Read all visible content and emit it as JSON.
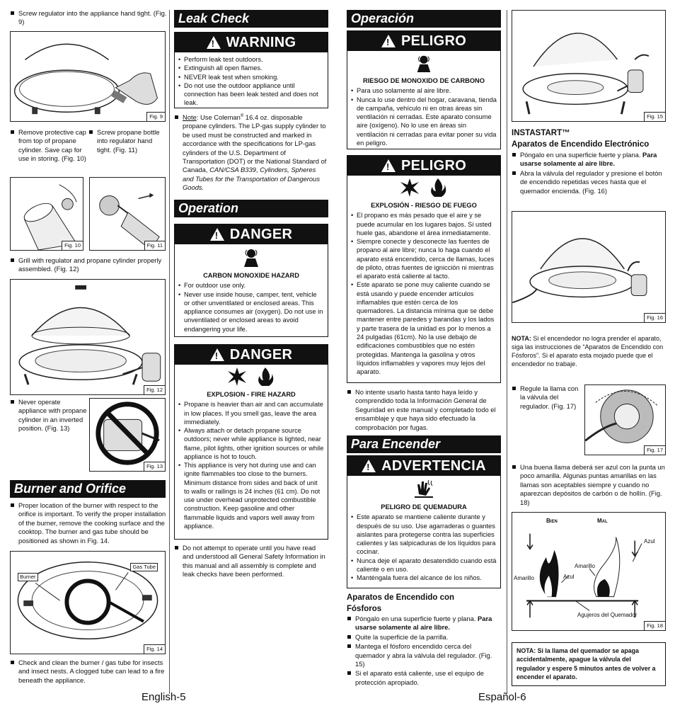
{
  "col1": {
    "b1": "Screw regulator into the appliance hand tight. (Fig. 9)",
    "fig9": "Fig. 9",
    "b2": "Remove protective cap from top of propane cylinder. Save cap for use in storing. (Fig. 10)",
    "b3": "Screw propane bottle into regulator hand tight. (Fig. 11)",
    "fig10": "Fig. 10",
    "fig11": "Fig. 11",
    "b4": "Grill with regulator and propane cylinder properly assembled. (Fig. 12)",
    "fig12": "Fig. 12",
    "b5": "Never operate appliance with propane cylinder in an inverted position. (Fig. 13)",
    "fig13": "Fig. 13",
    "burner_title": "Burner and Orifice",
    "b6": "Proper location of the burner with respect to the orifice is important. To verify the proper installation of the burner, remove the cooking surface and the cooktop. The burner and gas tube should be positioned as shown in Fig. 14.",
    "fig14": "Fig. 14",
    "burner_label": "Burner",
    "gastube_label": "Gas Tube",
    "b7": "Check and clean the burner / gas tube for insects and insect nests. A clogged tube can lead to a fire beneath the appliance."
  },
  "col2": {
    "leak_title": "Leak Check",
    "warning": "WARNING",
    "w1": "Perform leak test outdoors.",
    "w2": "Extinguish all open flames.",
    "w3": "NEVER leak test when smoking.",
    "w4": "Do not use the outdoor appliance until connection has been leak tested and does not leak.",
    "note_word": "Note",
    "note_a": ": Use Coleman",
    "note_reg": "®",
    "note_b": " 16.4 oz. disposable propane cylinders. The LP-gas supply cylinder to be used must be constructed and marked in accordance with the specifications for LP-gas cylinders of the U.S. Department of Transportation (DOT) or the National Standard of Canada, ",
    "note_c": "CAN/CSA B339",
    "note_d": ", ",
    "note_e": "Cylinders, Spheres and Tubes for the Transportation of Dangerous Goods.",
    "op_title": "Operation",
    "danger": "DANGER",
    "co": "CARBON MONOXIDE HAZARD",
    "d1a": "For outdoor use only.",
    "d1b": "Never use inside house, camper, tent, vehicle or other unventilated or enclosed areas. This appliance consumes air (oxygen). Do not use in unventilated or enclosed areas to avoid endangering your life.",
    "danger2": "DANGER",
    "exp": "EXPLOSION - FIRE HAZARD",
    "e1": "Propane is heavier than air and can accumulate in low places. If you smell gas, leave the area immediately.",
    "e2": "Always attach or detach propane source outdoors; never while appliance is lighted, near flame, pilot lights, other ignition sources or while appliance is hot to touch.",
    "e3": "This appliance is very hot during use and can ignite flammables too close to the burners. Minimum distance from sides and back of unit to walls or railings is 24 inches (61 cm). Do not use under overhead unprotected combustible construction. Keep gasoline and other flammable liquids and vapors well away from appliance.",
    "b_end": "Do not attempt to operate until you have read and understood all General Safety Information in this manual and all assembly is complete and leak checks have been performed.",
    "footer": "English-5"
  },
  "col3": {
    "op_title": "Operación",
    "peligro": "PELIGRO",
    "co": "RIESGO DE MONOXIDO DE CARBONO",
    "p1a": "Para uso solamente al aire libre.",
    "p1b": "Nunca lo use dentro del hogar, caravana, tienda de campaña, vehículo ni en otras áreas sin ventilación ni cerradas. Este aparato consume aire (oxígeno). No lo use en áreas sin ventilación ni cerradas para evitar poner su vida en peligro.",
    "peligro2": "PELIGRO",
    "exp": "EXPLOSIÓN - RIESGO DE FUEGO",
    "e1": "El propano es más pesado que el aire y se puede acumular en los lugares bajos. Si usted huele gas, abandone el área inmediatamente.",
    "e2": "Siempre conecte y desconecte las fuentes de propano al aire libre; nunca lo haga cuando el aparato está encendido, cerca de llamas, luces de piloto, otras fuentes de ignicción ni mientras el aparato está caliente al tacto.",
    "e3": "Este aparato se pone muy caliente cuando se está usando y puede encender artículos inflamables que estén cerca de los quemadores. La distancia mínima que se debe mantener entre paredes y barandas y los lados y parte trasera de la unidad es por lo menos a 24 pulgadas (61cm). No la use debajo de edificaciones combustibles que no estén protegidas. Mantenga la gasolina y otros líquidos inflamables y vapores muy lejos del aparato.",
    "b1": "No intente usarlo hasta tanto haya leído y comprendido toda la Información General de Seguridad en este manual y completado todo el ensamblaje y que haya sido efectuado la comprobación por fugas.",
    "light_title": "Para Encender",
    "advert": "ADVERTENCIA",
    "burn": "PELIGRO DE QUEMADURA",
    "a1": "Este aparato se mantiene caliente durante y después de su uso. Use agarraderas o guantes aislantes para protegerse contra las superficies calientes y las salpicaduras de los líquidos para cocinar.",
    "a2": "Nunca deje el aparato desatendido cuando está caliente o en uso.",
    "a3": "Manténgala fuera del alcance de los niños.",
    "match_title": "Aparatos de Encendido con Fósforos",
    "m1a": "Póngalo en una superficie fuerte y plana. ",
    "m1b": "Para usarse solamente al aire libre.",
    "m2": "Quite la superficie de la parrilla.",
    "m3": "Mantega el fósforo encendido cerca del quemador y abra la válvula del regulador. (Fig. 15)",
    "m4": "Si el aparato está caliente, use el equipo de protección apropiado.",
    "footer": "Español-6"
  },
  "col4": {
    "fig15": "Fig. 15",
    "insta": "INSTASTART™",
    "insta_sub": "Aparatos de Encendido Electrónico",
    "i1a": "Póngalo en una superficie fuerte y plana. ",
    "i1b": "Para usarse solamente al aire libre.",
    "i2": "Abra la válvula del regulador y presione el botón de encendido repetidas veces hasta que el quemador encienda. (Fig. 16)",
    "fig16": "Fig. 16",
    "nota_word": "NOTA:",
    "nota_text": " Si el encendedor no logra prender el aparato, siga las instrucciones de “Aparatos de Encendido con Fósforos”. Si el aparato esta mojado puede que el encendedor no trabaje.",
    "r1": "Regule la llama con la válvula del regulador. (Fig. 17)",
    "fig17": "Fig. 17",
    "r2": "Una buena llama deberá ser azul con la punta un poco amarilla. Algunas puntas amarillas en las llamas son aceptables siempre y cuando no aparezcan depósitos de carbón o de hollín. (Fig. 18)",
    "bien": "Bien",
    "mal": "Mal",
    "azul": "Azul",
    "amarillo": "Amarillo",
    "amarillo2": "Amarillo",
    "azul2": "Azul",
    "agujeros": "Agujeros del Quemador",
    "fig18": "Fig. 18",
    "final_note": "NOTA: Si la llama del quemador se apaga accidentalmente, apague la válvula del regulador y espere 5 minutos antes de volver a encender el aparato."
  }
}
